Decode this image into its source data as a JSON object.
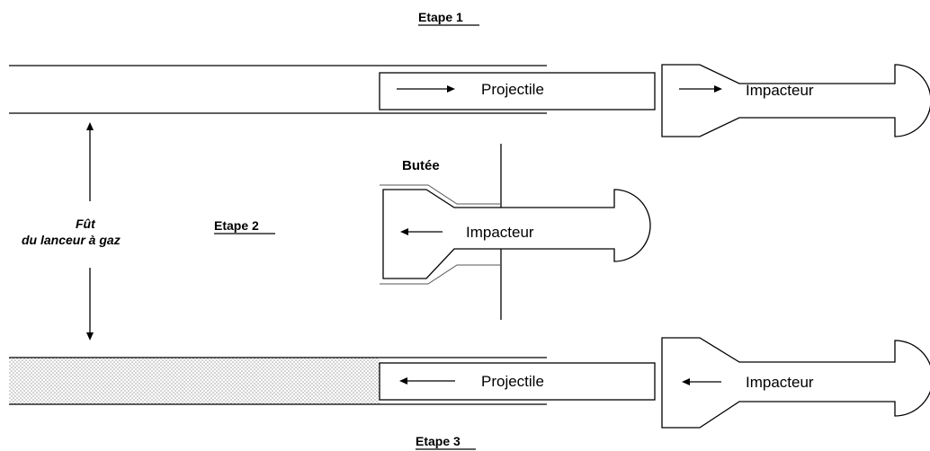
{
  "steps": {
    "step1": "Etape 1",
    "step2": "Etape 2",
    "step3": "Etape 3"
  },
  "labels": {
    "projectile_1": "Projectile",
    "impacteur_1": "Impacteur",
    "impacteur_2": "Impacteur",
    "projectile_3": "Projectile",
    "impacteur_3": "Impacteur",
    "butee": "Butée",
    "barrel_line1": "Fût",
    "barrel_line2": "du lanceur à gaz"
  },
  "colors": {
    "line": "#000000",
    "background": "#ffffff",
    "gas_fill_dots": "#9a9a9a"
  }
}
